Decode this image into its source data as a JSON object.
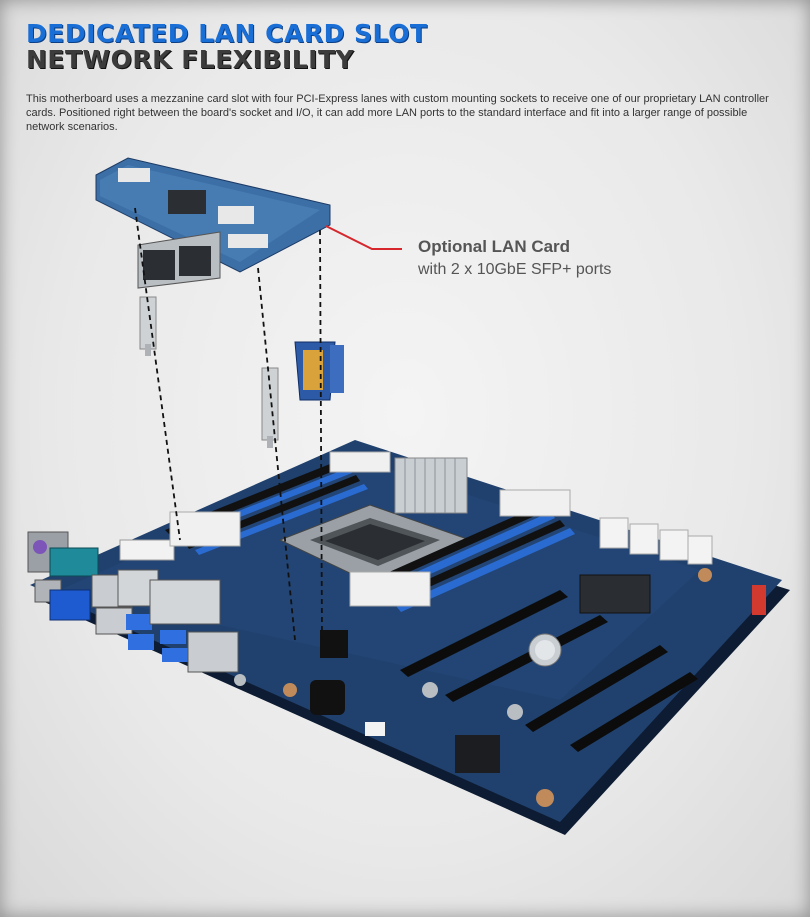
{
  "header": {
    "title_line1": "DEDICATED LAN CARD SLOT",
    "title_line2": "NETWORK FLEXIBILITY",
    "description": "This motherboard uses a mezzanine card slot with four PCI-Express lanes with custom mounting sockets to receive one of our proprietary LAN controller cards. Positioned right between the board's socket and I/O, it can add more LAN ports to the standard interface and fit into a larger range of possible network scenarios."
  },
  "callout": {
    "title": "Optional LAN Card",
    "subtitle": "with 2 x 10GbE SFP+ ports"
  },
  "colors": {
    "title_blue": "#1a6fd6",
    "title_dark": "#3c3c3c",
    "callout_line": "#d7262c",
    "board_blue": "#20416e",
    "dimm_blue": "#2a6bd1"
  }
}
